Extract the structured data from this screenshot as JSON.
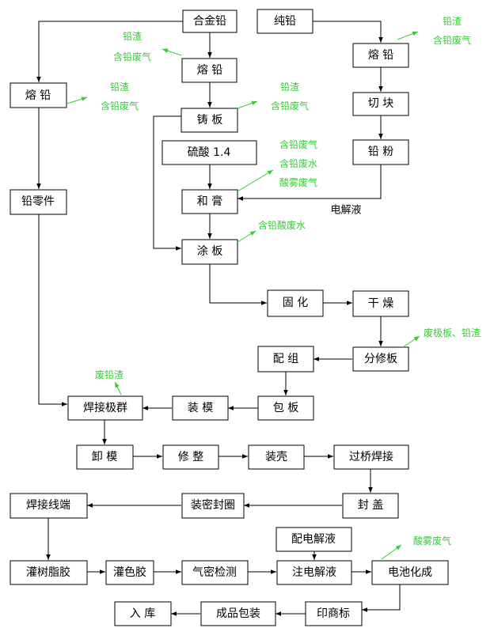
{
  "colors": {
    "box_border": "#000000",
    "emission_text": "#33cc33",
    "background": "#ffffff"
  },
  "nodes": {
    "alloy_lead": "合金铅",
    "pure_lead": "纯铅",
    "melt_lead_alloy": "熔 铅",
    "melt_lead_pure": "熔 铅",
    "melt_lead_left": "熔 铅",
    "cast_plate": "铸 板",
    "cut_block": "切 块",
    "sulfuric_acid": "硫酸 1.4",
    "lead_powder": "铅 粉",
    "paste_mixing": "和 膏",
    "lead_parts": "铅零件",
    "pasting": "涂 板",
    "curing": "固 化",
    "drying": "干 燥",
    "plate_trimming": "分修板",
    "grouping": "配 组",
    "weld_group": "焊接极群",
    "mold_loading": "装 模",
    "wrap_plate": "包 板",
    "demold": "卸 模",
    "trim": "修 整",
    "case_loading": "装壳",
    "bridge_welding": "过桥焊接",
    "terminal_welding": "焊接线端",
    "seal_ring": "装密封圈",
    "cover_sealing": "封 盖",
    "electrolyte_prep": "配电解液",
    "resin_potting": "灌树脂胶",
    "color_glue": "灌色胶",
    "air_tightness_test": "气密检测",
    "electrolyte_filling": "注电解液",
    "formation": "电池化成",
    "storage": "入 库",
    "packaging": "成品包装",
    "printing": "印商标"
  },
  "emissions": {
    "melt_alloy_1": "铅渣",
    "melt_alloy_2": "含铅废气",
    "melt_pure_1": "铅渣",
    "melt_pure_2": "含铅废气",
    "melt_left_1": "铅渣",
    "melt_left_2": "含铅废气",
    "cast_1": "铅渣",
    "cast_2": "含铅废气",
    "paste_1": "含铅废气",
    "paste_2": "含铅废水",
    "paste_3": "酸雾废气",
    "pasting_1": "含铅酸废水",
    "trimming_1": "废极板、铅渣",
    "weld_1": "废铅渣",
    "formation_1": "酸雾废气"
  },
  "labels": {
    "electrolyte": "电解液"
  }
}
